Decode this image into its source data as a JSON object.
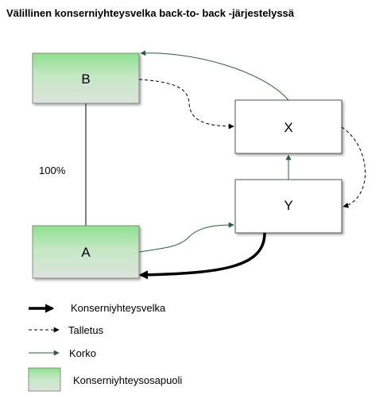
{
  "title": "Välillinen konserniyhteysvelka back-to- back -järjestelyssä",
  "nodes": {
    "b": "B",
    "a": "A",
    "x": "X",
    "y": "Y"
  },
  "ownership_label": "100%",
  "legend": {
    "debt": "Konserniyhteysvelka",
    "deposit": "Talletus",
    "interest": "Korko",
    "party": "Konserniyhteysosapuoli"
  },
  "colors": {
    "party_fill_top": "#8fe08f",
    "party_fill_bottom": "#dde3dd",
    "interest_arrow": "#2e5e3e",
    "deposit_arrow": "#000000",
    "debt_arrow": "#000000"
  }
}
